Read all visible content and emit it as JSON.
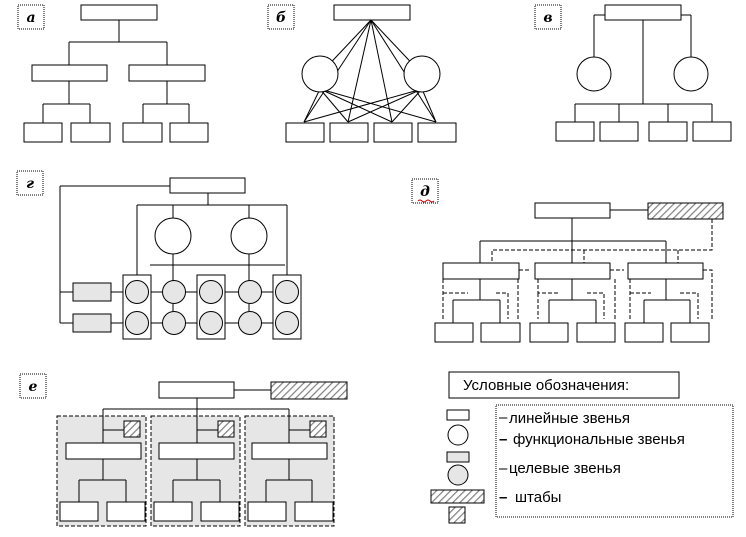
{
  "diagram_labels": {
    "a": "а",
    "b": "б",
    "c": "в",
    "d": "г",
    "e": "д",
    "f": "е"
  },
  "legend": {
    "title": "Условные обозначения:",
    "items": [
      {
        "dash": "–",
        "text": "линейные звенья"
      },
      {
        "dash": "–",
        "text": "функциональные звенья"
      },
      {
        "dash": "–",
        "text": "целевые звенья"
      },
      {
        "dash": "–",
        "text": "штабы"
      }
    ]
  },
  "colors": {
    "line": "#000000",
    "fill_gray": "#e6e6e6",
    "hatch": "#808080",
    "spellcheck": "#cc0000"
  }
}
